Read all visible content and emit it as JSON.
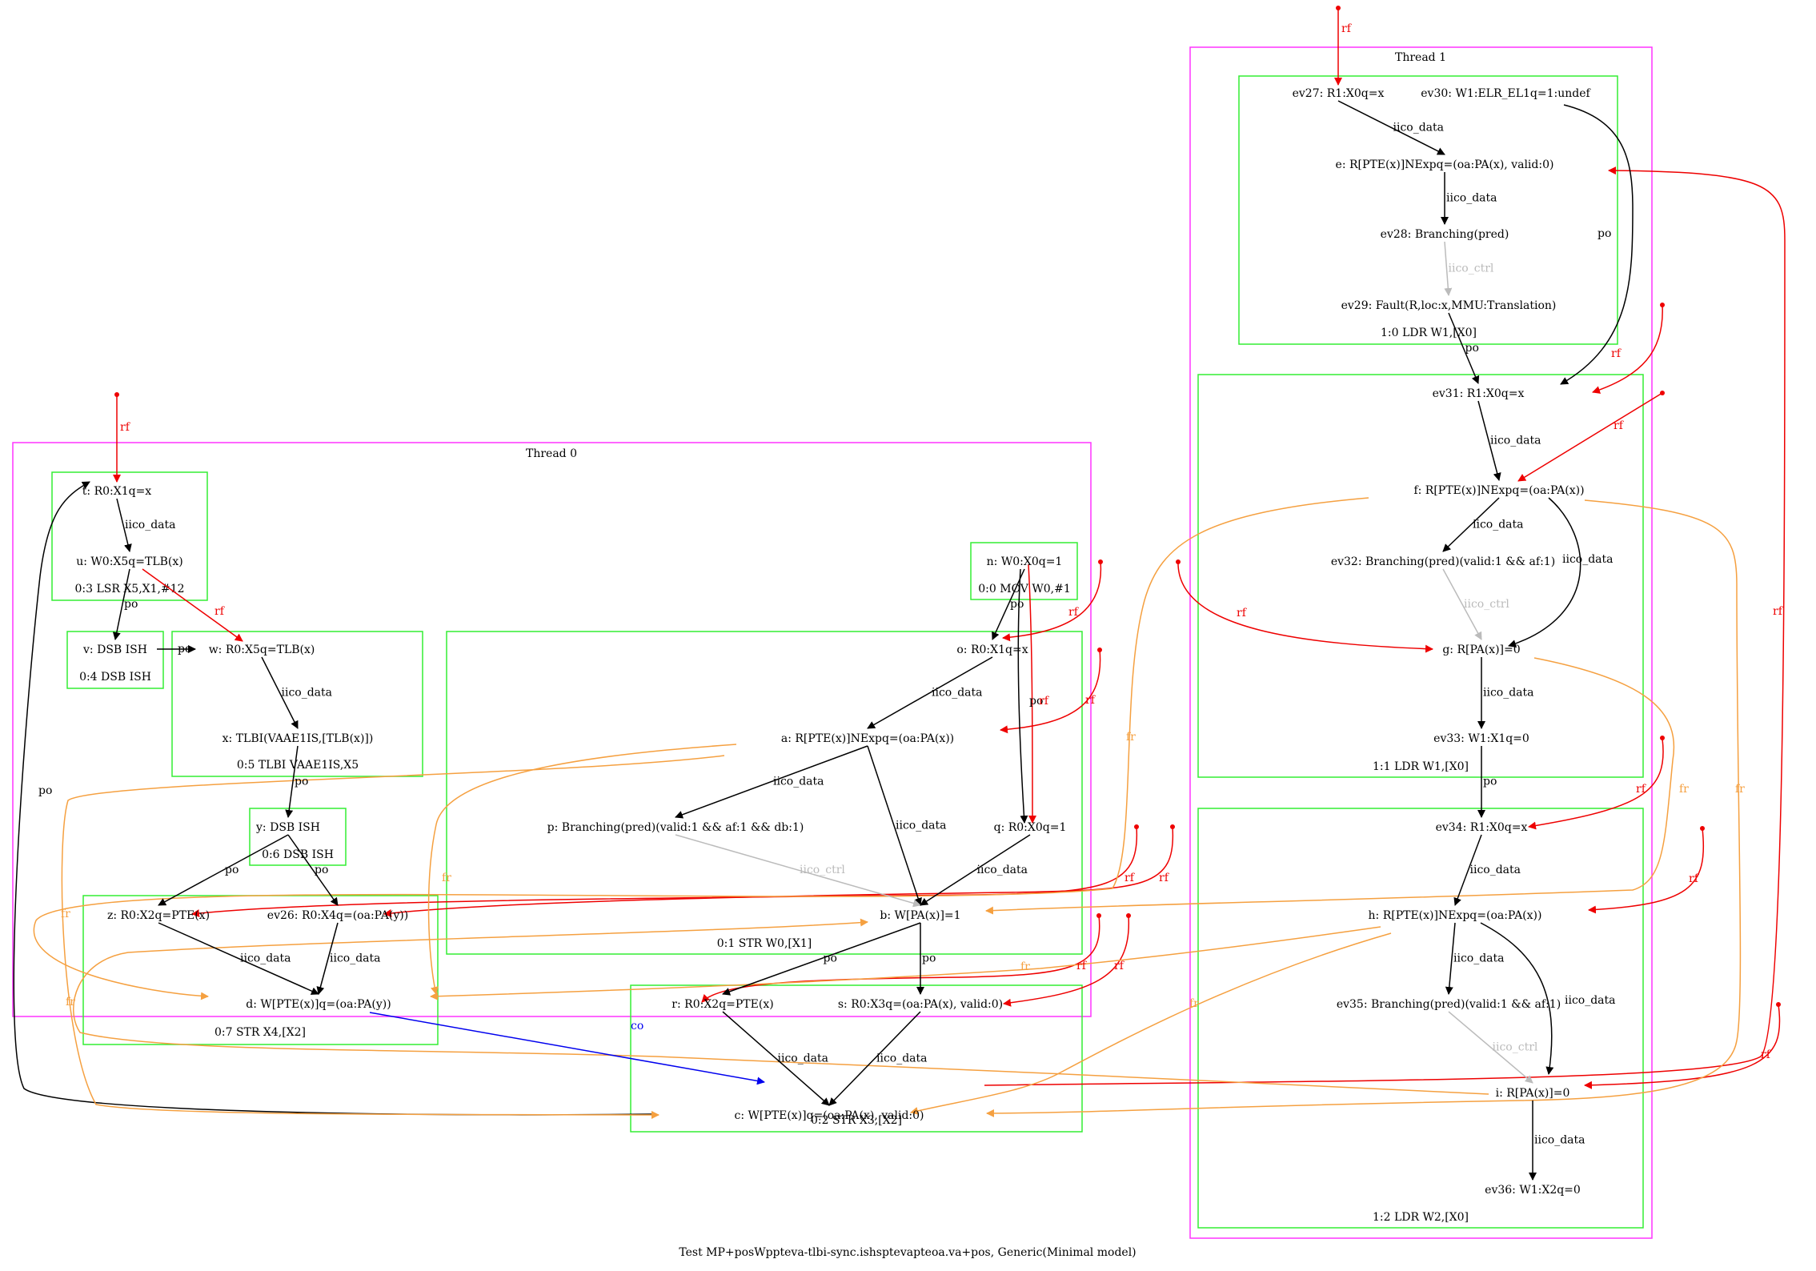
{
  "caption": "Test MP+posWppteva-tlbi-sync.ishsptevapteoa.va+pos, Generic(Minimal model)",
  "colors": {
    "thread": "#ff33ff",
    "instr": "#33ee33",
    "po": "#000000",
    "iico_data": "#000000",
    "iico_ctrl": "#bbbbbb",
    "rf": "#ee0000",
    "fr": "#f5a040",
    "co": "#0000ee"
  },
  "threads": [
    {
      "id": "T0",
      "label": "Thread 0"
    },
    {
      "id": "T1",
      "label": "Thread 1"
    }
  ],
  "instructions": [
    {
      "id": "I03",
      "label": "0:3 LSR X5,X1,#12"
    },
    {
      "id": "I04",
      "label": "0:4 DSB ISH"
    },
    {
      "id": "I05",
      "label": "0:5 TLBI VAAE1IS,X5"
    },
    {
      "id": "I06",
      "label": "0:6 DSB ISH"
    },
    {
      "id": "I07",
      "label": "0:7 STR X4,[X2]"
    },
    {
      "id": "I00",
      "label": "0:0 MOV W0,#1"
    },
    {
      "id": "I01",
      "label": "0:1 STR W0,[X1]"
    },
    {
      "id": "I02",
      "label": "0:2 STR X3,[X2]"
    },
    {
      "id": "I10",
      "label": "1:0 LDR W1,[X0]"
    },
    {
      "id": "I11",
      "label": "1:1 LDR W1,[X0]"
    },
    {
      "id": "I12",
      "label": "1:2 LDR W2,[X0]"
    }
  ],
  "nodes": [
    {
      "id": "t",
      "label": "t: R0:X1q=x"
    },
    {
      "id": "u",
      "label": "u: W0:X5q=TLB(x)"
    },
    {
      "id": "v",
      "label": "v: DSB ISH"
    },
    {
      "id": "w",
      "label": "w: R0:X5q=TLB(x)"
    },
    {
      "id": "x",
      "label": "x: TLBI(VAAE1IS,[TLB(x)])"
    },
    {
      "id": "y",
      "label": "y: DSB ISH"
    },
    {
      "id": "z",
      "label": "z: R0:X2q=PTE(x)"
    },
    {
      "id": "ev26",
      "label": "ev26: R0:X4q=(oa:PA(y))"
    },
    {
      "id": "d",
      "label": "d: W[PTE(x)]q=(oa:PA(y))"
    },
    {
      "id": "n",
      "label": "n: W0:X0q=1"
    },
    {
      "id": "o",
      "label": "o: R0:X1q=x"
    },
    {
      "id": "a",
      "label": "a: R[PTE(x)]NExpq=(oa:PA(x))"
    },
    {
      "id": "p",
      "label": "p: Branching(pred)(valid:1 && af:1 && db:1)"
    },
    {
      "id": "q",
      "label": "q: R0:X0q=1"
    },
    {
      "id": "b",
      "label": "b: W[PA(x)]=1"
    },
    {
      "id": "r",
      "label": "r: R0:X2q=PTE(x)"
    },
    {
      "id": "s",
      "label": "s: R0:X3q=(oa:PA(x), valid:0)"
    },
    {
      "id": "c",
      "label": "c: W[PTE(x)]q=(oa:PA(x), valid:0)"
    },
    {
      "id": "ev27",
      "label": "ev27: R1:X0q=x"
    },
    {
      "id": "ev30",
      "label": "ev30: W1:ELR_EL1q=1:undef"
    },
    {
      "id": "e",
      "label": "e: R[PTE(x)]NExpq=(oa:PA(x), valid:0)"
    },
    {
      "id": "ev28",
      "label": "ev28: Branching(pred)"
    },
    {
      "id": "ev29",
      "label": "ev29: Fault(R,loc:x,MMU:Translation)"
    },
    {
      "id": "ev31",
      "label": "ev31: R1:X0q=x"
    },
    {
      "id": "f",
      "label": "f: R[PTE(x)]NExpq=(oa:PA(x))"
    },
    {
      "id": "ev32",
      "label": "ev32: Branching(pred)(valid:1 && af:1)"
    },
    {
      "id": "g",
      "label": "g: R[PA(x)]=0"
    },
    {
      "id": "ev33",
      "label": "ev33: W1:X1q=0"
    },
    {
      "id": "ev34",
      "label": "ev34: R1:X0q=x"
    },
    {
      "id": "h",
      "label": "h: R[PTE(x)]NExpq=(oa:PA(x))"
    },
    {
      "id": "ev35",
      "label": "ev35: Branching(pred)(valid:1 && af:1)"
    },
    {
      "id": "i",
      "label": "i: R[PA(x)]=0"
    },
    {
      "id": "ev36",
      "label": "ev36: W1:X2q=0"
    }
  ],
  "edge_labels": {
    "po": "po",
    "iico_data": "iico_data",
    "iico_ctrl": "iico_ctrl",
    "rf": "rf",
    "fr": "fr",
    "co": "co"
  }
}
